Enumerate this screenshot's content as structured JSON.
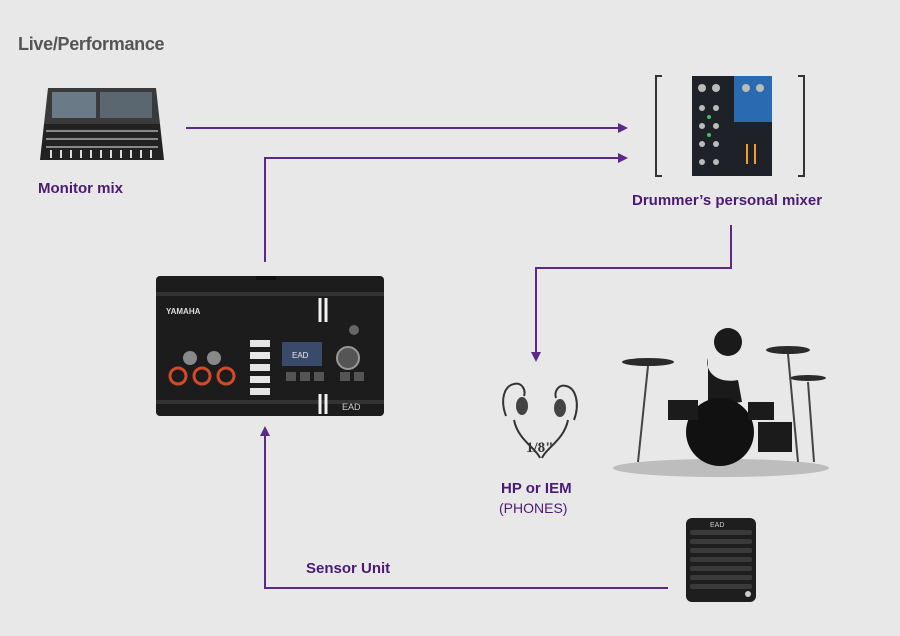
{
  "title": "Live/Performance",
  "labels": {
    "monitor_mix": "Monitor mix",
    "personal_mixer": "Drummer’s personal mixer",
    "hp_iem": "HP or IEM",
    "phones": "(PHONES)",
    "sensor_unit": "Sensor Unit",
    "jack_size": "1/8\"",
    "brand": "YAMAHA",
    "logo": "EAD"
  },
  "colors": {
    "accent": "#5b2a86",
    "background": "#e8e8e8"
  }
}
